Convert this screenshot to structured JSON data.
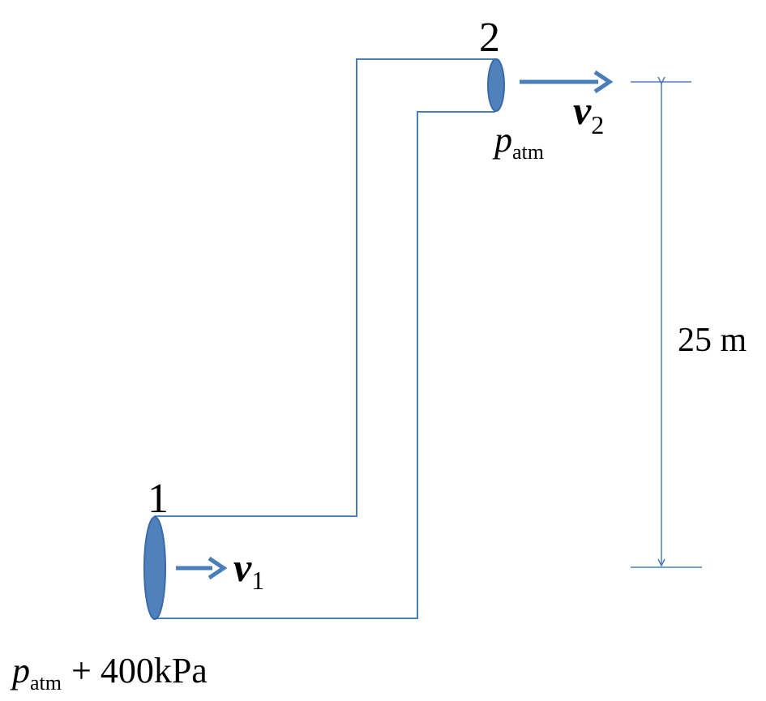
{
  "points": {
    "inlet": {
      "label": "1",
      "velocity_symbol": "v",
      "velocity_subscript": "1"
    },
    "outlet": {
      "label": "2",
      "velocity_symbol": "v",
      "velocity_subscript": "2"
    }
  },
  "pressures": {
    "inlet": {
      "symbol": "p",
      "subscript": "atm",
      "suffix": "+ 400kPa"
    },
    "outlet": {
      "symbol": "p",
      "subscript": "atm"
    }
  },
  "height": {
    "label": "25 m"
  },
  "colors": {
    "pipe": "#4a7ebb",
    "fill": "#4f81bd",
    "stroke": "#3a6aa8"
  }
}
